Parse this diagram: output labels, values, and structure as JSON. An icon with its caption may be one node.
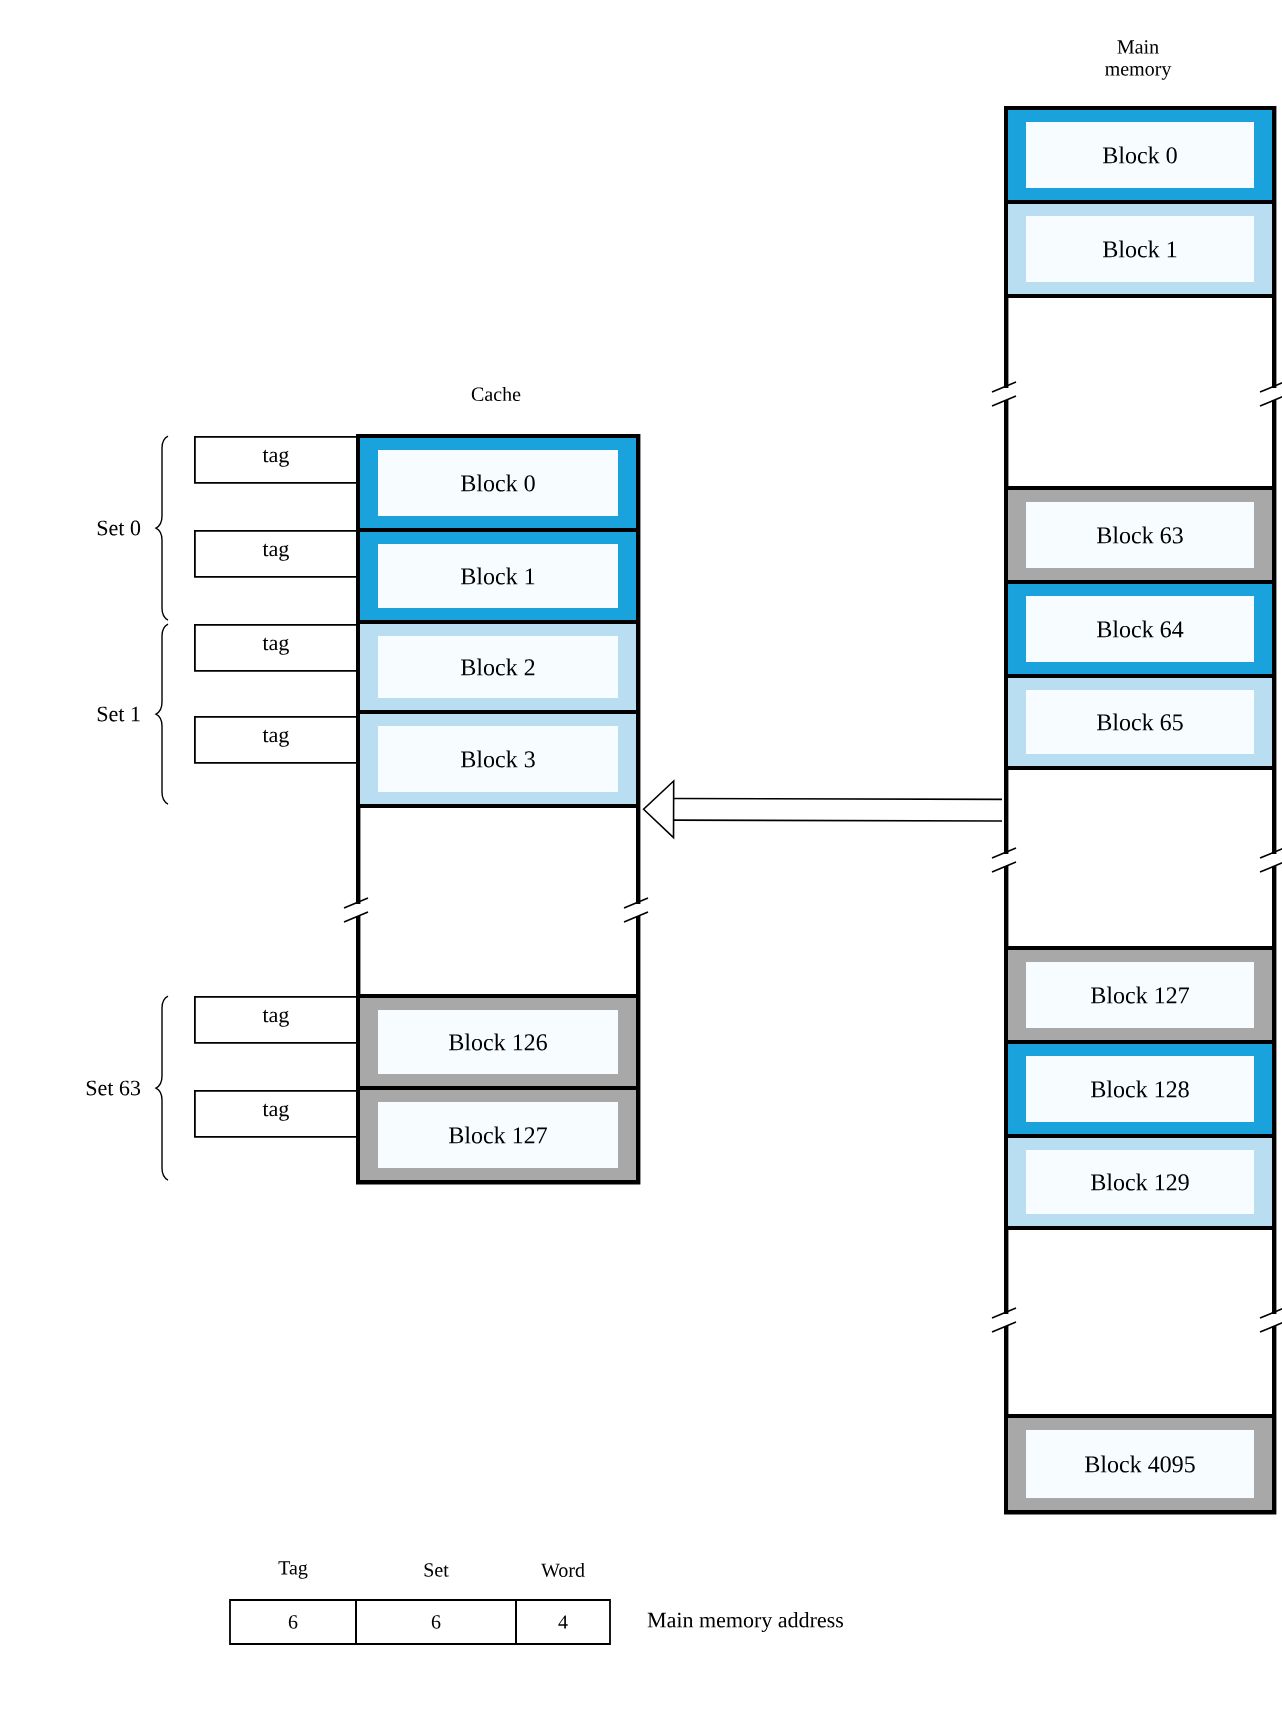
{
  "diagram": {
    "nodes": [
      {
        "text": [
          "Cache"
        ]
      },
      {
        "text": [
          "Block 0"
        ],
        "in": 0
      },
      {
        "text": [
          "Block 1"
        ],
        "in": 0
      },
      {
        "text": [
          "Block 2"
        ],
        "in": 0
      },
      {
        "text": [
          "Block 3"
        ],
        "in": 0
      },
      {
        "text": [
          "Block 126"
        ],
        "in": 0
      },
      {
        "text": [
          "Block 127"
        ],
        "in": 0
      },
      {
        "text": [
          "tag"
        ]
      },
      {
        "text": [
          "tag"
        ]
      },
      {
        "text": [
          "tag"
        ]
      },
      {
        "text": [
          "tag"
        ]
      },
      {
        "text": [
          "tag"
        ]
      },
      {
        "text": [
          "tag"
        ]
      },
      {
        "text": [
          "Main memory"
        ]
      },
      {
        "text": [
          "Block 0"
        ],
        "in": 13
      },
      {
        "text": [
          "Block 1"
        ],
        "in": 13
      },
      {
        "text": [
          "Block 63"
        ],
        "in": 13
      },
      {
        "text": [
          "Block 64"
        ],
        "in": 13
      },
      {
        "text": [
          "Block 65"
        ],
        "in": 13
      },
      {
        "text": [
          "Block 127"
        ],
        "in": 13
      },
      {
        "text": [
          "Block 128"
        ],
        "in": 13
      },
      {
        "text": [
          "Block 129"
        ],
        "in": 13
      },
      {
        "text": [
          "Block 4095"
        ],
        "in": 13
      }
    ],
    "edges": [
      {
        "from": 13,
        "to": 0,
        "arrow": "to"
      }
    ],
    "labels": [
      "Set 0",
      "Set 1",
      "Set 63",
      "Tag",
      "Set",
      "Word",
      "6",
      "6",
      "4",
      "Main memory address"
    ]
  }
}
